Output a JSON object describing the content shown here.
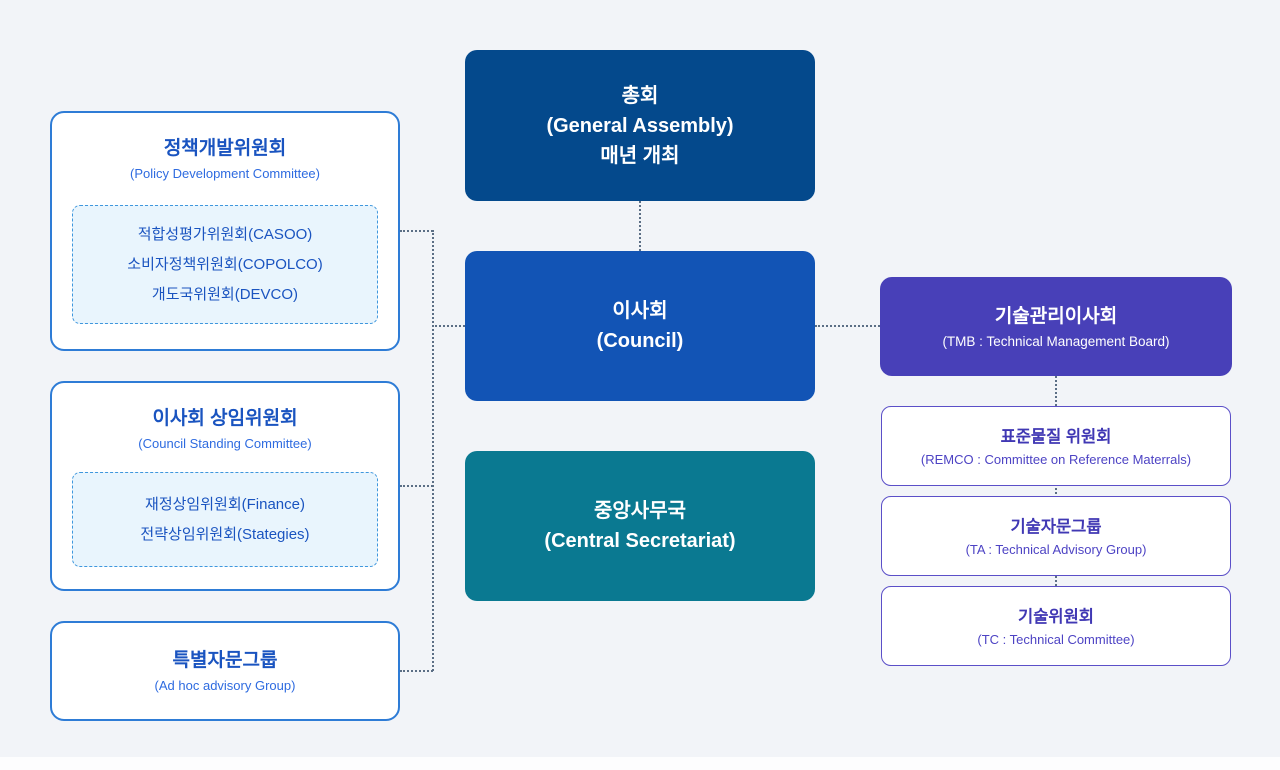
{
  "colors": {
    "background": "#f2f4f8",
    "general_assembly_bg": "#04498c",
    "council_bg": "#1254b5",
    "central_secretariat_bg": "#0a7991",
    "tmb_bg": "#4840b8",
    "left_box_border": "#2e7cd6",
    "left_text_blue": "#1a54c0",
    "dashed_panel_bg": "#e9f5fd",
    "dashed_panel_border": "#3f97dd",
    "right_box_border": "#5b4fc8",
    "right_text_purple": "#4038b4",
    "connector": "#5b6e85"
  },
  "center": {
    "general_assembly": {
      "title": "총회",
      "subtitle": "(General Assembly)",
      "note": "매년 개최"
    },
    "council": {
      "title": "이사회",
      "subtitle": "(Council)"
    },
    "central_secretariat": {
      "title": "중앙사무국",
      "subtitle": "(Central Secretariat)"
    }
  },
  "left": {
    "policy_development": {
      "title": "정책개발위원회",
      "subtitle": "(Policy Development Committee)",
      "items": [
        "적합성평가위원회(CASOO)",
        "소비자정책위원회(COPOLCO)",
        "개도국위원회(DEVCO)"
      ]
    },
    "council_standing": {
      "title": "이사회 상임위원회",
      "subtitle": "(Council Standing Committee)",
      "items": [
        "재정상임위원회(Finance)",
        "전략상임위원회(Stategies)"
      ]
    },
    "ad_hoc_advisory": {
      "title": "특별자문그룹",
      "subtitle": "(Ad hoc advisory Group)"
    }
  },
  "right": {
    "tmb": {
      "title": "기술관리이사회",
      "subtitle": "(TMB : Technical Management Board)"
    },
    "remco": {
      "title": "표준물질 위원회",
      "subtitle": "(REMCO : Committee on Reference Materrals)"
    },
    "ta": {
      "title": "기술자문그룹",
      "subtitle": "(TA : Technical Advisory Group)"
    },
    "tc": {
      "title": "기술위원회",
      "subtitle": "(TC : Technical Committee)"
    }
  }
}
